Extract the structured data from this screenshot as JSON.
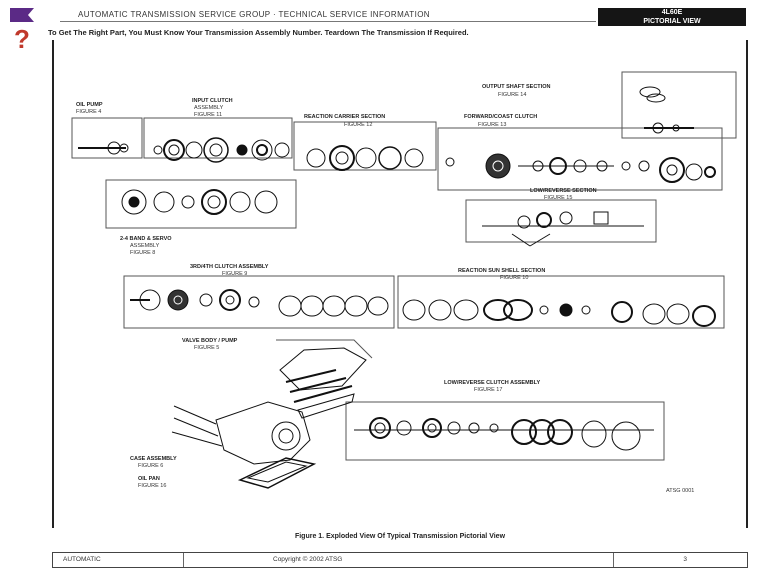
{
  "header": {
    "title": "Automatic Transmission Service Group · Technical Service Information",
    "badge_line1": "4L60E",
    "badge_line2": "PICTORIAL VIEW",
    "subheading": "To Get The Right Part, You Must Know Your Transmission Assembly Number. Teardown The Transmission If Required."
  },
  "diagram": {
    "labels": {
      "pump": "OIL PUMP",
      "pump_sub": "FIGURE 4",
      "input_clutch": "INPUT CLUTCH",
      "input_clutch_sub": "ASSEMBLY",
      "input_clutch_fig": "FIGURE 11",
      "reaction": "REACTION CARRIER SECTION",
      "reaction_sub": "FIGURE 12",
      "forward_clutch": "FORWARD/COAST CLUTCH",
      "forward_clutch_sub": "FIGURE 13",
      "output": "OUTPUT SHAFT SECTION",
      "output_sub": "FIGURE 14",
      "low_reverse": "LOW/REVERSE SECTION",
      "low_reverse_sub": "FIGURE 15",
      "two_four": "2-4 BAND & SERVO",
      "two_four_sub": "ASSEMBLY",
      "two_four_fig": "FIGURE 8",
      "third_clutch": "3RD/4TH CLUTCH ASSEMBLY",
      "third_clutch_sub": "FIGURE 9",
      "sun_shell": "REACTION SUN SHELL SECTION",
      "sun_shell_sub": "FIGURE 10",
      "valve_body": "VALVE BODY / PUMP",
      "valve_body_sub": "FIGURE 5",
      "case": "CASE ASSEMBLY",
      "case_sub": "FIGURE 6",
      "pan": "OIL PAN",
      "pan_sub": "FIGURE 16",
      "rear_section": "LOW/REVERSE CLUTCH ASSEMBLY",
      "rear_section_sub": "FIGURE 17",
      "code": "ATSG 0001"
    }
  },
  "caption": "Figure 1. Exploded View Of Typical Transmission Pictorial View",
  "footer": {
    "left": "AUTOMATIC",
    "middle": "Copyright © 2002 ATSG",
    "right": "3"
  }
}
